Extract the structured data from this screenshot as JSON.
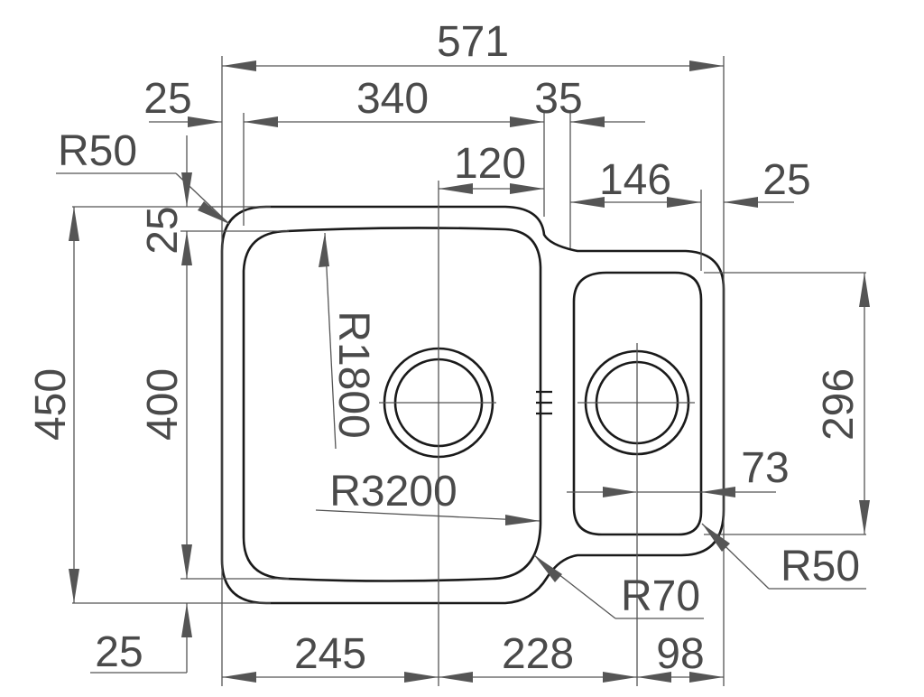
{
  "colors": {
    "outline": "#1a1a1a",
    "dimension": "#555555",
    "text": "#4a4a4a",
    "background": "#ffffff"
  },
  "dimensions": {
    "total_width": "571",
    "left_margin_top": "25",
    "large_bowl_width": "340",
    "divider_width": "35",
    "large_drain_offset": "120",
    "small_bowl_width": "146",
    "right_margin": "25",
    "radius_top_left": "R50",
    "top_margin": "25",
    "total_height": "450",
    "large_bowl_height": "400",
    "bottom_margin": "25",
    "curve_radius_vertical": "R1800",
    "curve_radius_horizontal": "R3200",
    "small_bowl_height": "296",
    "small_drain_offset": "73",
    "radius_bottom_right": "R50",
    "radius_inner": "R70",
    "large_drain_position": "245",
    "drain_spacing": "228",
    "small_drain_position": "98"
  }
}
